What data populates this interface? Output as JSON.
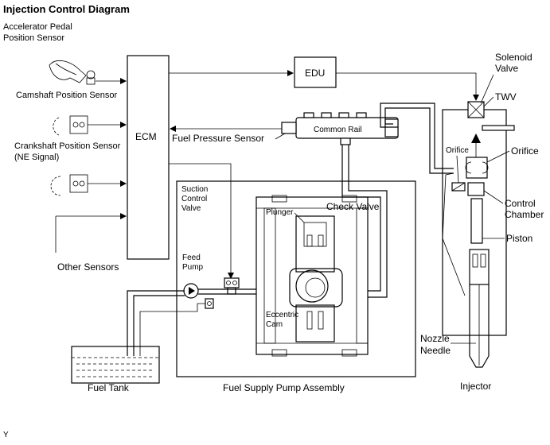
{
  "title": "Injection Control Diagram",
  "labels": {
    "accel_line1": "Accelerator Pedal",
    "accel_line2": "Position Sensor",
    "camshaft": "Camshaft Position Sensor",
    "crankshaft": "Crankshaft Position Sensor",
    "ne_signal": "(NE Signal)",
    "other_sensors": "Other Sensors",
    "ecm": "ECM",
    "edu": "EDU",
    "common_rail": "Common Rail",
    "fuel_pressure_sensor": "Fuel Pressure Sensor",
    "solenoid_line1": "Solenoid",
    "solenoid_line2": "Valve",
    "twv": "TWV",
    "orifice_small": "Orifice",
    "orifice": "Orifice",
    "control_line1": "Control",
    "control_line2": "Chamber",
    "piston": "Piston",
    "suction_line1": "Suction",
    "suction_line2": "Control",
    "suction_line3": "Valve",
    "check_valve": "Check Valve",
    "plunger": "Plunger",
    "feed_line1": "Feed",
    "feed_line2": "Pump",
    "eccentric_line1": "Eccentric",
    "eccentric_line2": "Cam",
    "nozzle_line1": "Nozzle",
    "nozzle_line2": "Needle",
    "fuel_tank": "Fuel Tank",
    "supply_pump": "Fuel Supply Pump Assembly",
    "injector": "Injector",
    "corner_mark": "Y"
  }
}
